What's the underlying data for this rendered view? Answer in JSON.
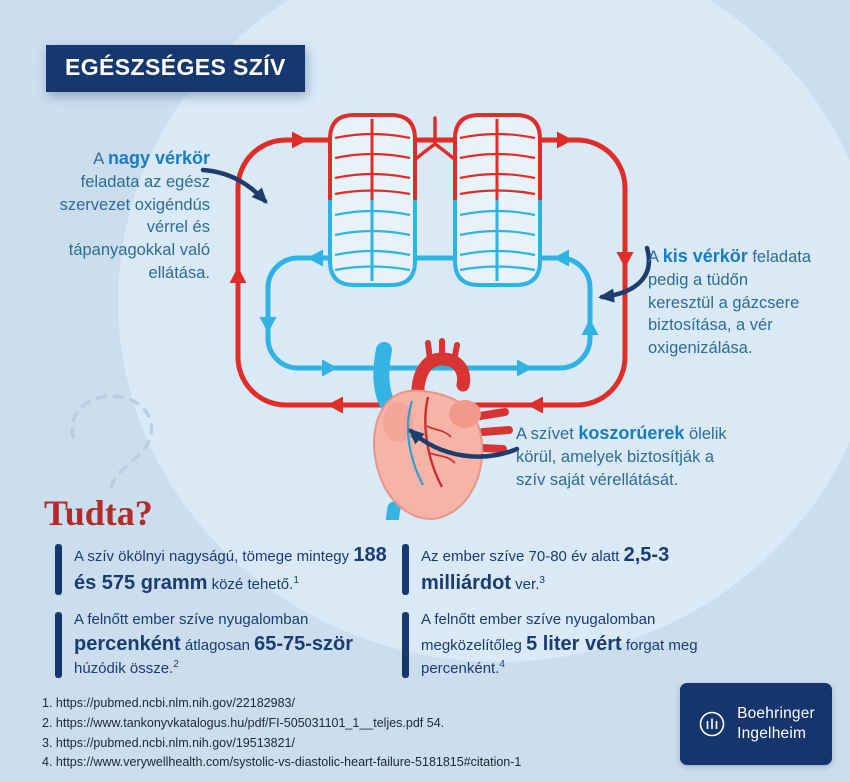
{
  "header": {
    "title": "EGÉSZSÉGES SZÍV"
  },
  "annotations": {
    "nagy": {
      "prefix": "A ",
      "highlight": "nagy vérkör",
      "text": " feladata az egész szervezet oxigéndús vérrel és tápanyagokkal való ellátása."
    },
    "kis": {
      "prefix": "A ",
      "highlight": "kis vérkör",
      "text": " feladata pedig a tüdőn keresztül a gázcsere biztosítása, a vér oxigenizálása."
    },
    "koszoru": {
      "prefix": "A szívet ",
      "highlight": "koszorúerek",
      "text": " ölelik körül, amelyek biztosítják a szív saját vérellátását."
    }
  },
  "tudta": {
    "title": "Tudta?"
  },
  "facts": [
    {
      "p1": "A szív ökölnyi nagyságú, tömege mintegy ",
      "big": "188 és 575 gramm",
      "p2": " közé tehető.",
      "sup": "1"
    },
    {
      "p1": "A felnőtt ember szíve nyugalomban ",
      "big": "percenként",
      "mid": " átlagosan ",
      "big2": "65-75-ször",
      "p2": " húzódik össze.",
      "sup": "2"
    },
    {
      "p1": "Az ember szíve 70-80 év alatt ",
      "big": "2,5-3 milliárdot",
      "p2": " ver.",
      "sup": "3"
    },
    {
      "p1": "A felnőtt ember szíve nyugalomban megközelítőleg ",
      "big": "5 liter vért",
      "p2": " forgat meg percenként.",
      "sup": "4"
    }
  ],
  "references": [
    "1. https://pubmed.ncbi.nlm.nih.gov/22182983/",
    "2. https://www.tankonyvkatalogus.hu/pdf/FI-505031101_1__teljes.pdf 54.",
    "3. https://pubmed.ncbi.nlm.nih.gov/19513821/",
    "4. https://www.verywellhealth.com/systolic-vs-diastolic-heart-failure-5181815#citation-1"
  ],
  "logo": {
    "line1": "Boehringer",
    "line2": "Ingelheim",
    "icon": "boehringer-gate-icon"
  },
  "colors": {
    "background": "#cbdeee",
    "blob": "#d9e9f6",
    "navy": "#17386e",
    "body_text_blue": "#2e6c94",
    "highlight_blue": "#187dc1",
    "tudta_red": "#b02c28",
    "artery_red": "#e02d28",
    "vein_blue": "#2fb3e3"
  }
}
